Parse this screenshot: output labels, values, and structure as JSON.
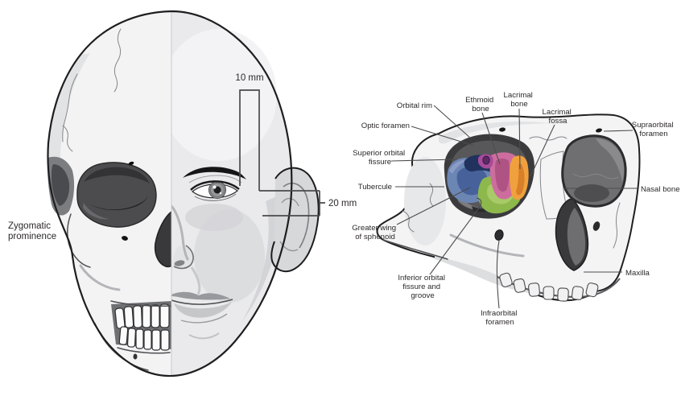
{
  "background": "#ffffff",
  "colors": {
    "sphenoid_blue": "#6c86b4",
    "sphenoid_blue_dark": "#47619b",
    "sphenoid_blue_light": "#8b9cc6",
    "fissure_navy": "#22325e",
    "optic_purple": "#5c2a64",
    "optic_magenta": "#a74b9b",
    "ethmoid_pink": "#cd6d9e",
    "ethmoid_pink_dark": "#af5284",
    "lacrimal_orange": "#f0a03d",
    "lacrimal_orange_dark": "#d87f2a",
    "floor_green": "#8db84c",
    "floor_green_light": "#a8ca68",
    "orbit_gray": "#58585a",
    "orbit_rim_dark": "#3b3b3d"
  },
  "left_figure": {
    "labels": {
      "zygomatic_prominence": {
        "lines": [
          "Zygomatic",
          "prominence"
        ]
      },
      "measure_10mm": {
        "text": "10 mm"
      },
      "measure_20mm": {
        "text": "20 mm"
      }
    }
  },
  "right_figure": {
    "labels": {
      "orbital_rim": {
        "lines": [
          "Orbital rim"
        ]
      },
      "optic_foramen": {
        "lines": [
          "Optic foramen"
        ]
      },
      "superior_orbital_fissure": {
        "lines": [
          "Superior orbital",
          "fissure"
        ]
      },
      "tubercule": {
        "lines": [
          "Tubercule"
        ]
      },
      "greater_wing_of_sphenoid": {
        "lines": [
          "Greater wing",
          "of sphenoid"
        ]
      },
      "inferior_orbital_fissure": {
        "lines": [
          "Inferior orbital",
          "fissure and",
          "groove"
        ]
      },
      "infraorbital_foramen": {
        "lines": [
          "Infraorbital",
          "foramen"
        ]
      },
      "ethmoid_bone": {
        "lines": [
          "Ethmoid",
          "bone"
        ]
      },
      "lacrimal_bone": {
        "lines": [
          "Lacrimal",
          "bone"
        ]
      },
      "lacrimal_fossa": {
        "lines": [
          "Lacrimal",
          "fossa"
        ]
      },
      "supraorbital_foramen": {
        "lines": [
          "Supraorbital",
          "foramen"
        ]
      },
      "nasal_bone": {
        "lines": [
          "Nasal bone"
        ]
      },
      "maxilla": {
        "lines": [
          "Maxilla"
        ]
      }
    }
  }
}
